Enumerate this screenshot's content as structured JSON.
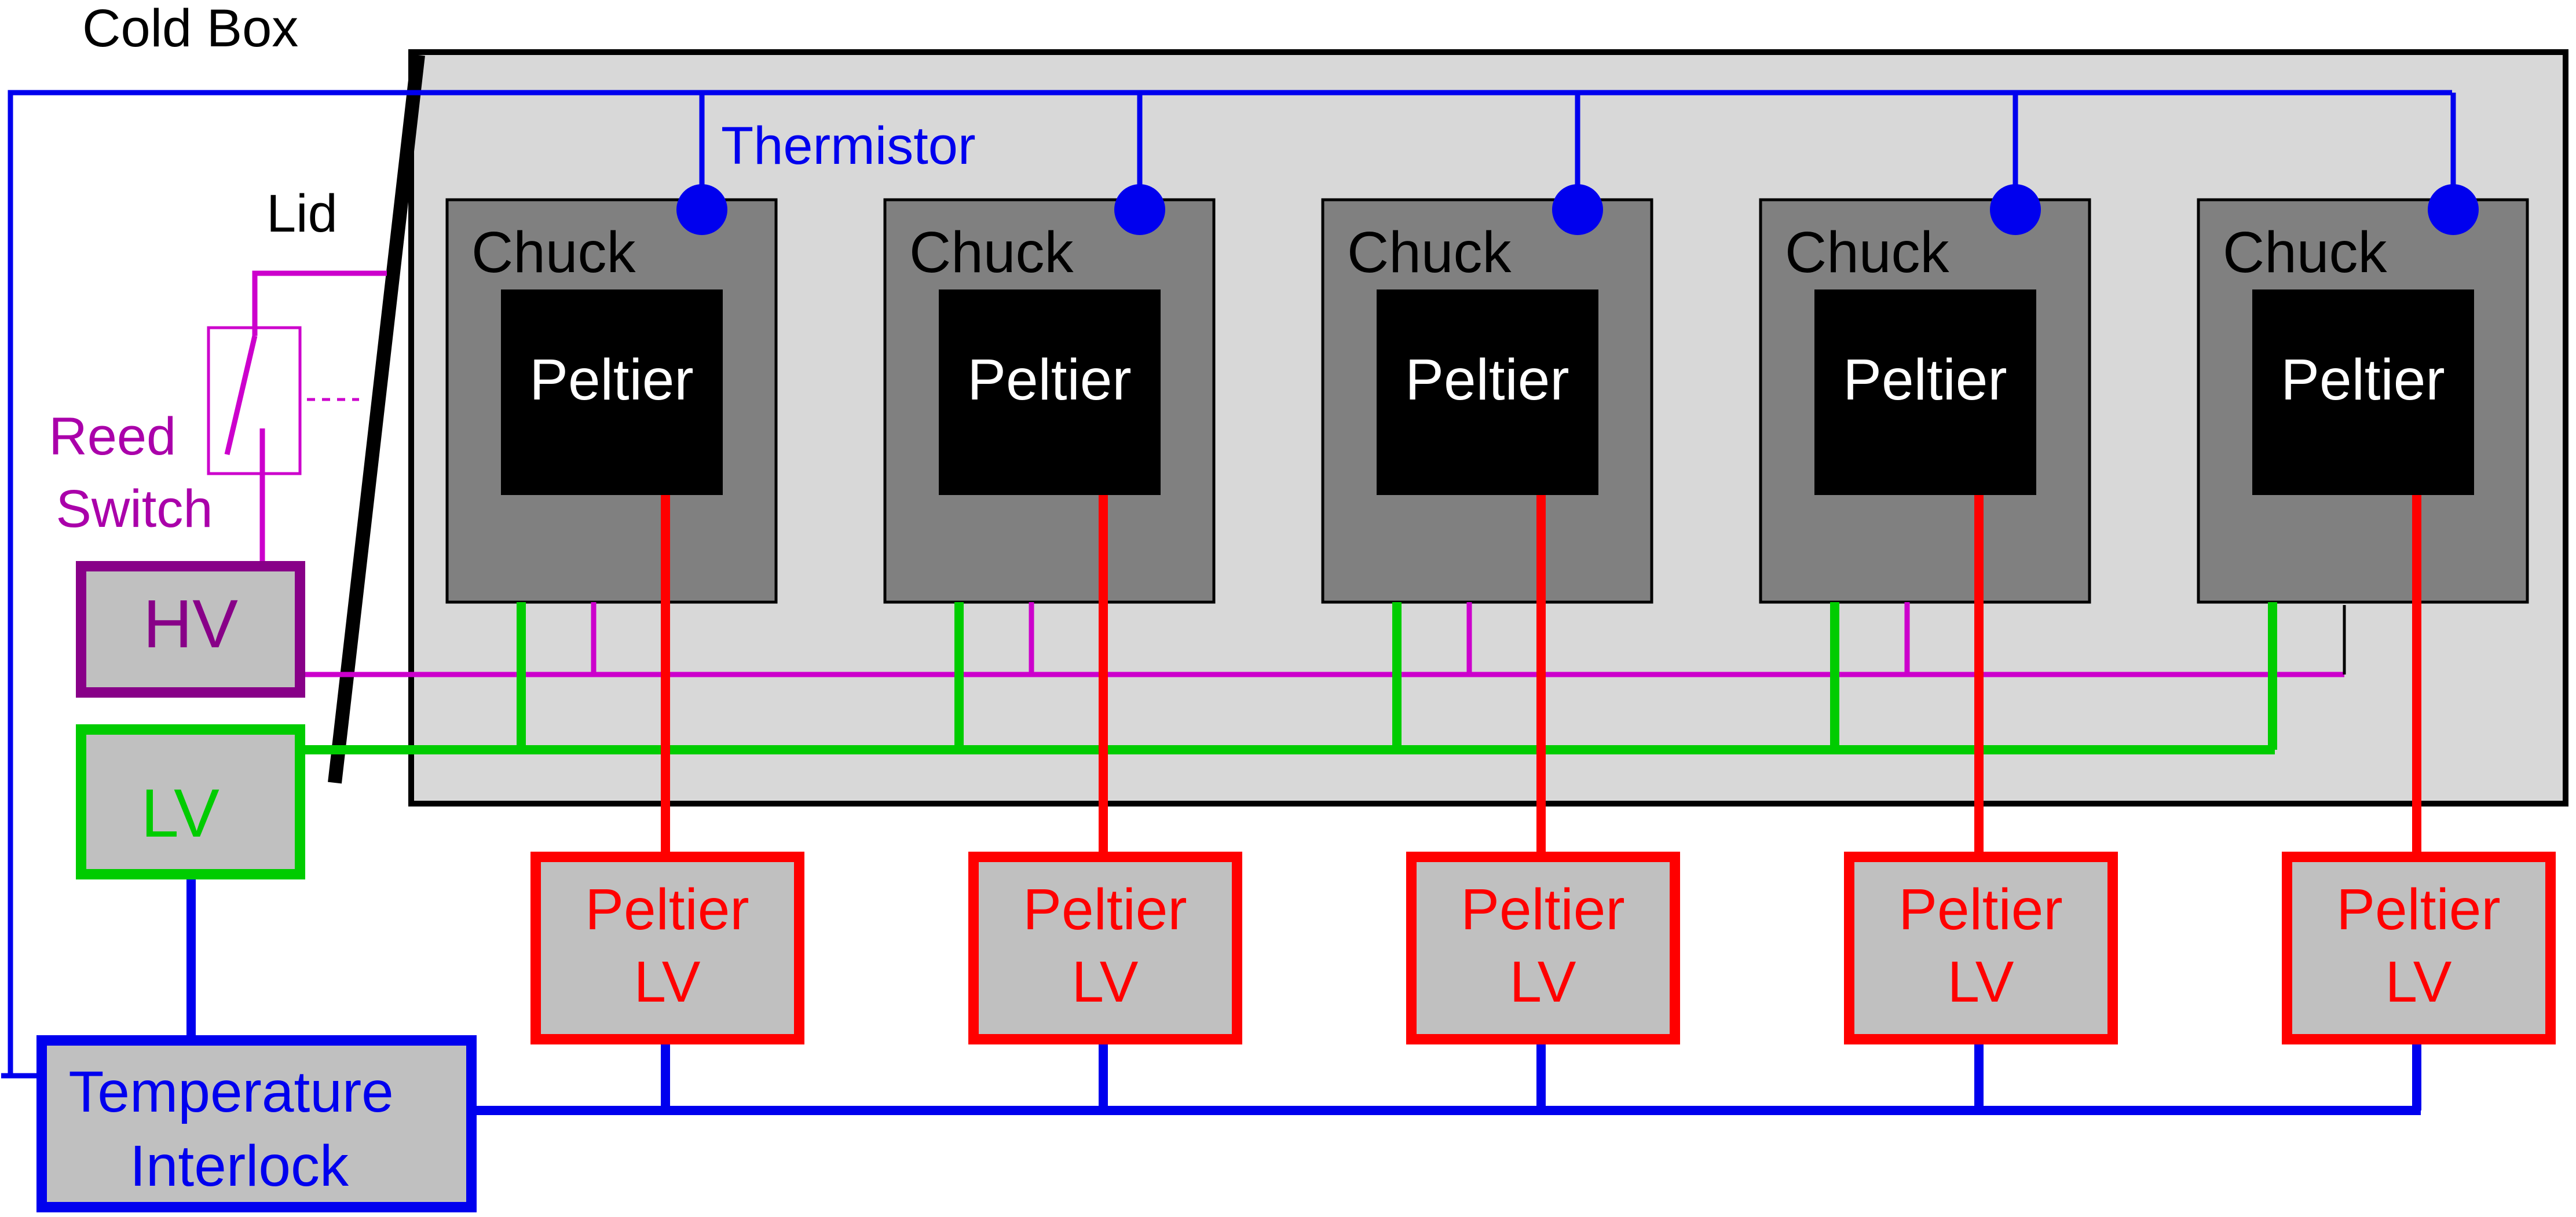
{
  "labels": {
    "cold_box": "Cold Box",
    "lid": "Lid",
    "thermistor": "Thermistor",
    "reed_switch": [
      "Reed",
      "Switch"
    ],
    "hv": "HV",
    "lv": "LV",
    "interlock": [
      "Temperature",
      "Interlock"
    ]
  },
  "modules": [
    {
      "chuck": "Chuck",
      "peltier": "Peltier",
      "supply": [
        "Peltier",
        "LV"
      ]
    },
    {
      "chuck": "Chuck",
      "peltier": "Peltier",
      "supply": [
        "Peltier",
        "LV"
      ]
    },
    {
      "chuck": "Chuck",
      "peltier": "Peltier",
      "supply": [
        "Peltier",
        "LV"
      ]
    },
    {
      "chuck": "Chuck",
      "peltier": "Peltier",
      "supply": [
        "Peltier",
        "LV"
      ]
    },
    {
      "chuck": "Chuck",
      "peltier": "Peltier",
      "supply": [
        "Peltier",
        "LV"
      ]
    }
  ],
  "colors": {
    "thermistor_line": "#0000ee",
    "hv_line": "#cc00cc",
    "hv_box": "#880088",
    "lv_line": "#00cc00",
    "peltier_line": "#ff0000",
    "interlock_line": "#0000ee",
    "cold_box_fill": "#d8d8d8",
    "chuck_fill": "#808080",
    "peltier_fill": "#000000",
    "supply_fill": "#c0c0c0"
  }
}
